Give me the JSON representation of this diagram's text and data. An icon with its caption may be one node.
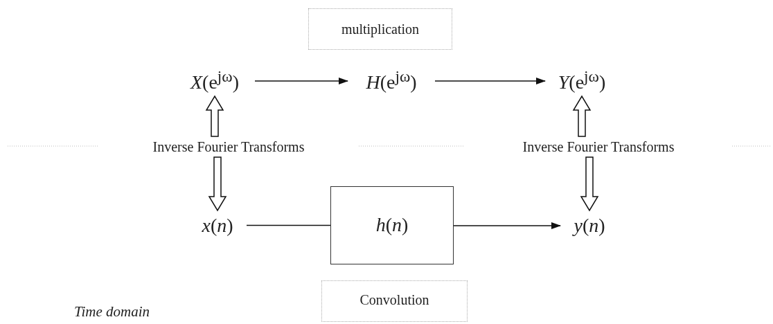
{
  "diagram": {
    "nodes": [
      {
        "text": [
          "multiplication"
        ]
      },
      {
        "text": [
          "*X*(e$^{jω}$)"
        ]
      },
      {
        "text": [
          "*H*(e$^{jω}$)"
        ]
      },
      {
        "text": [
          "*Y*(e$^{jω}$)"
        ]
      },
      {
        "text": [
          "Inverse Fourier Transforms"
        ]
      },
      {
        "text": [
          "Inverse Fourier Transforms"
        ]
      },
      {
        "text": [
          "*x*(*n*)"
        ]
      },
      {
        "text": [
          "*h*(*n*)"
        ]
      },
      {
        "text": [
          "*y*(*n*)"
        ]
      },
      {
        "text": [
          "Convolution"
        ]
      }
    ],
    "edges": [
      {
        "from": 1,
        "to": 2,
        "arrow": "to"
      },
      {
        "from": 2,
        "to": 3,
        "arrow": "to"
      },
      {
        "from": 4,
        "to": 1,
        "arrow": "to",
        "style": "thick"
      },
      {
        "from": 4,
        "to": 6,
        "arrow": "to",
        "style": "thick"
      },
      {
        "from": 5,
        "to": 3,
        "arrow": "to",
        "style": "thick"
      },
      {
        "from": 5,
        "to": 8,
        "arrow": "to",
        "style": "thick"
      },
      {
        "from": 6,
        "to": 7,
        "arrow": "none"
      },
      {
        "from": 7,
        "to": 8,
        "arrow": "to"
      }
    ],
    "labels": [
      "*Time domain*"
    ]
  }
}
